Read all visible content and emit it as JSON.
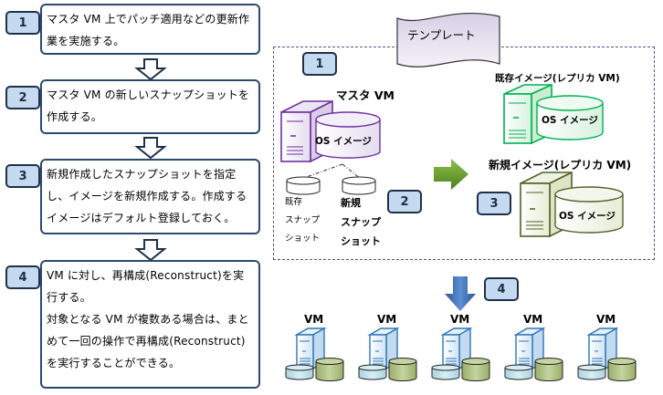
{
  "steps": [
    {
      "number": "1",
      "text": "マスタ VM 上でパッチ適用などの更新作業を実施する。"
    },
    {
      "number": "2",
      "text": "マスタ VM の新しいスナップショットを作成する。"
    },
    {
      "number": "3",
      "text": "新規作成したスナップショットを指定し、イメージを新規作成する。作成するイメージはデフォルト登録しておく。"
    },
    {
      "number": "4",
      "text_lines": [
        "VM に対し、再構成(Reconstruct)を実",
        "行する。",
        "対象となる VM が複数ある場合は、まと",
        "めて一回の操作で再構成(Reconstruct)",
        "を実行することができる。"
      ]
    }
  ],
  "diagram": {
    "template_label": "テンプレート",
    "badges": [
      "1",
      "2",
      "3",
      "4"
    ],
    "master_vm": {
      "label": "マスタ VM",
      "disk_label": "OS イメージ"
    },
    "existing_snapshot": {
      "lines": [
        "既存",
        "スナップ",
        "ショット"
      ]
    },
    "new_snapshot": {
      "lines": [
        "新規",
        "スナップ",
        "ショット"
      ]
    },
    "existing_image": {
      "label": "既存イメージ(レプリカ VM)",
      "disk_label": "OS イメージ"
    },
    "new_image": {
      "label": "新規イメージ(レプリカ VM)",
      "disk_label": "OS イメージ"
    },
    "vms": [
      {
        "label": "VM"
      },
      {
        "label": "VM"
      },
      {
        "label": "VM"
      },
      {
        "label": "VM"
      },
      {
        "label": "VM"
      }
    ]
  },
  "colors": {
    "badge_fill": "#c5d9f1",
    "badge_border": "#1f3048",
    "step_border": "#2b4a6e",
    "master_purple": "#7030a0",
    "existing_green": "#00b050",
    "new_olive": "#4f6228",
    "vm_blue": "#2e75b6",
    "template_dash": "#5f4b8b"
  }
}
